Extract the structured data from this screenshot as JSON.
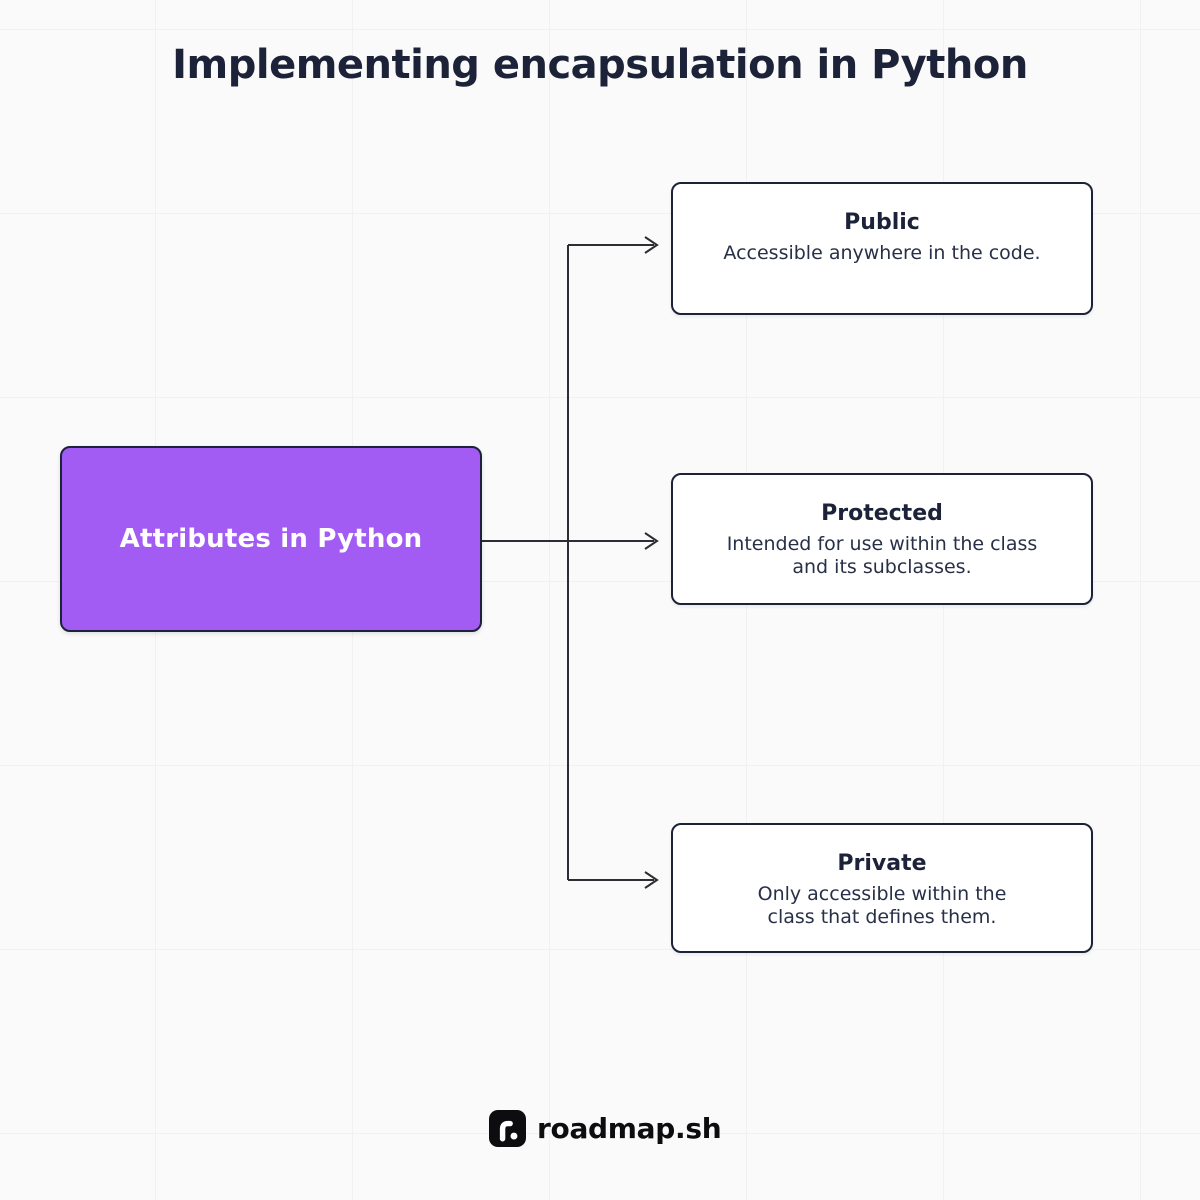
{
  "page": {
    "title": "Implementing encapsulation in Python"
  },
  "root_node": {
    "label": "Attributes in Python"
  },
  "branches": [
    {
      "title": "Public",
      "description": "Accessible anywhere in the code."
    },
    {
      "title": "Protected",
      "description": "Intended for use within the class\nand its subclasses."
    },
    {
      "title": "Private",
      "description": "Only accessible within the\nclass that defines them."
    }
  ],
  "footer": {
    "brand": "roadmap.sh",
    "logo_icon": "roadmap-logo-icon"
  },
  "colors": {
    "background": "#fafafa",
    "grid_line": "#f1f1f4",
    "accent_purple": "#a35cf3",
    "navy": "#1c2238",
    "description_text": "#283048",
    "connector": "#2d2d33",
    "logo_black": "#0d0d10"
  }
}
